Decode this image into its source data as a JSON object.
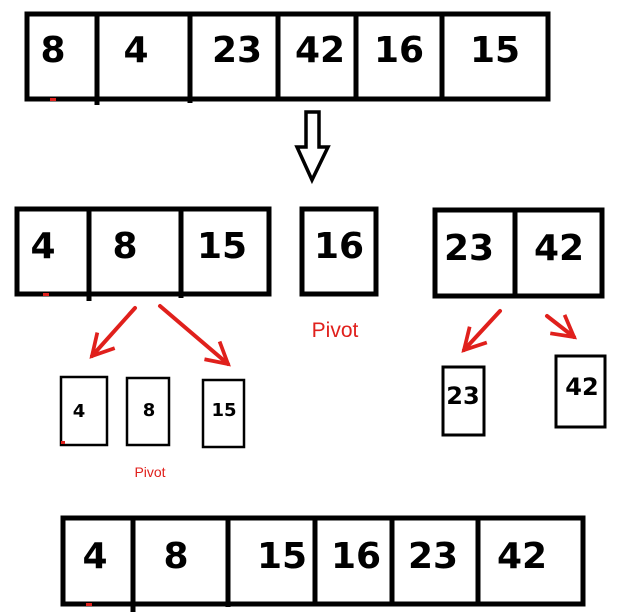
{
  "colors": {
    "ink": "#000000",
    "accent": "#e0201c"
  },
  "input_array": [
    "8",
    "4",
    "23",
    "42",
    "16",
    "15"
  ],
  "partition": {
    "left": [
      "4",
      "8",
      "15"
    ],
    "pivot": "16",
    "pivot_label": "Pivot",
    "right": [
      "23",
      "42"
    ]
  },
  "left_split": {
    "left": "4",
    "pivot": "8",
    "pivot_label": "Pivot",
    "right": "15"
  },
  "right_split": {
    "left": "23",
    "right": "42"
  },
  "sorted_array": [
    "4",
    "8",
    "15",
    "16",
    "23",
    "42"
  ]
}
